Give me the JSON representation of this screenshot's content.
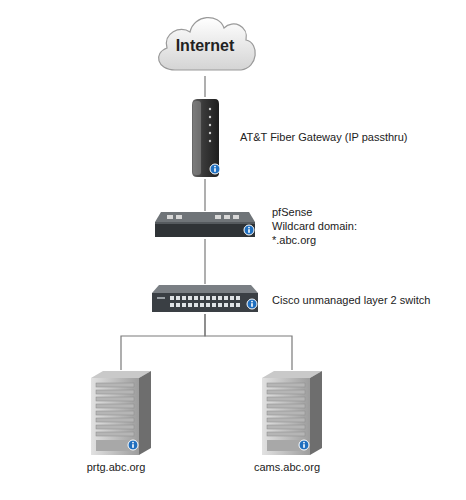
{
  "diagram": {
    "nodes": [
      {
        "text": [
          "Internet"
        ]
      },
      {
        "text": [
          "AT&T Fiber Gateway (IP passthru)"
        ]
      },
      {
        "text": [
          "pfSense",
          "Wildcard domain: *.abc.org"
        ]
      },
      {
        "text": [
          "Cisco unmanaged layer 2 switch"
        ]
      },
      {
        "text": [
          "prtg.abc.org"
        ]
      },
      {
        "text": [
          "cams.abc.org"
        ]
      }
    ],
    "edges": [
      {
        "from": 0,
        "to": 1,
        "arrow": "none"
      },
      {
        "from": 1,
        "to": 2,
        "arrow": "none"
      },
      {
        "from": 2,
        "to": 3,
        "arrow": "none"
      },
      {
        "from": 3,
        "to": 4,
        "arrow": "none"
      },
      {
        "from": 3,
        "to": 5,
        "arrow": "none"
      }
    ]
  }
}
